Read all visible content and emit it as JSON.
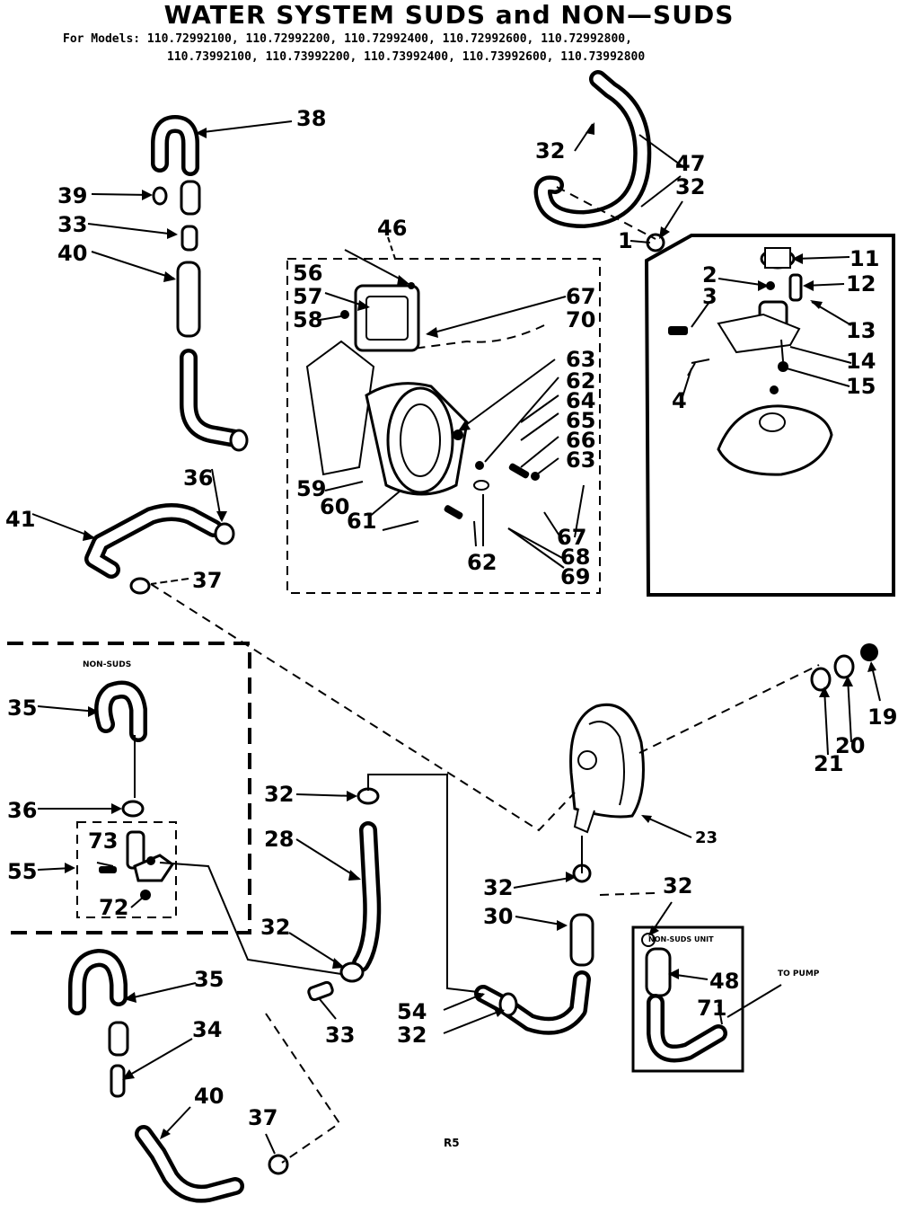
{
  "header": {
    "title": "WATER SYSTEM SUDS and NON—SUDS",
    "models_line1": "For Models: 110.72992100, 110.72992200, 110.72992400, 110.72992600, 110.72992800,",
    "models_line2": "110.73992100, 110.73992200, 110.73992400, 110.73992600, 110.73992800"
  },
  "labels": {
    "non_suds_box": "NON-SUDS",
    "non_suds_unit": "NON-SUDS UNIT",
    "to_pump": "TO PUMP",
    "page_code": "R5"
  },
  "callouts": [
    "38",
    "39",
    "33",
    "40",
    "36",
    "41",
    "37",
    "46",
    "56",
    "57",
    "58",
    "59",
    "60",
    "61",
    "62",
    "63",
    "64",
    "65",
    "66",
    "67",
    "68",
    "69",
    "70",
    "32",
    "47",
    "1",
    "2",
    "3",
    "4",
    "11",
    "12",
    "13",
    "14",
    "15",
    "35",
    "55",
    "73",
    "72",
    "34",
    "28",
    "30",
    "54",
    "48",
    "71",
    "23",
    "19",
    "20",
    "21"
  ]
}
